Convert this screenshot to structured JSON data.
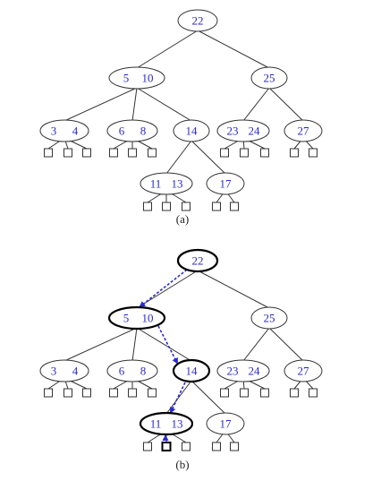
{
  "colors": {
    "key_text": "#2a2ad0",
    "path_arrow": "#2a2ad0"
  },
  "diagram_a": {
    "caption": "(a)",
    "nodes": {
      "root": [
        "22"
      ],
      "n510": [
        "5",
        "10"
      ],
      "n25": [
        "25"
      ],
      "n34": [
        "3",
        "4"
      ],
      "n68": [
        "6",
        "8"
      ],
      "n14": [
        "14"
      ],
      "n2324": [
        "23",
        "24"
      ],
      "n27": [
        "27"
      ],
      "n1113": [
        "11",
        "13"
      ],
      "n17": [
        "17"
      ]
    }
  },
  "diagram_b": {
    "caption": "(b)",
    "nodes": {
      "root": [
        "22"
      ],
      "n510": [
        "5",
        "10"
      ],
      "n25": [
        "25"
      ],
      "n34": [
        "3",
        "4"
      ],
      "n68": [
        "6",
        "8"
      ],
      "n14": [
        "14"
      ],
      "n2324": [
        "23",
        "24"
      ],
      "n27": [
        "27"
      ],
      "n1113": [
        "11",
        "13"
      ],
      "n17": [
        "17"
      ]
    },
    "search_path": [
      "root",
      "n510",
      "n14",
      "n1113",
      "leaf"
    ]
  }
}
